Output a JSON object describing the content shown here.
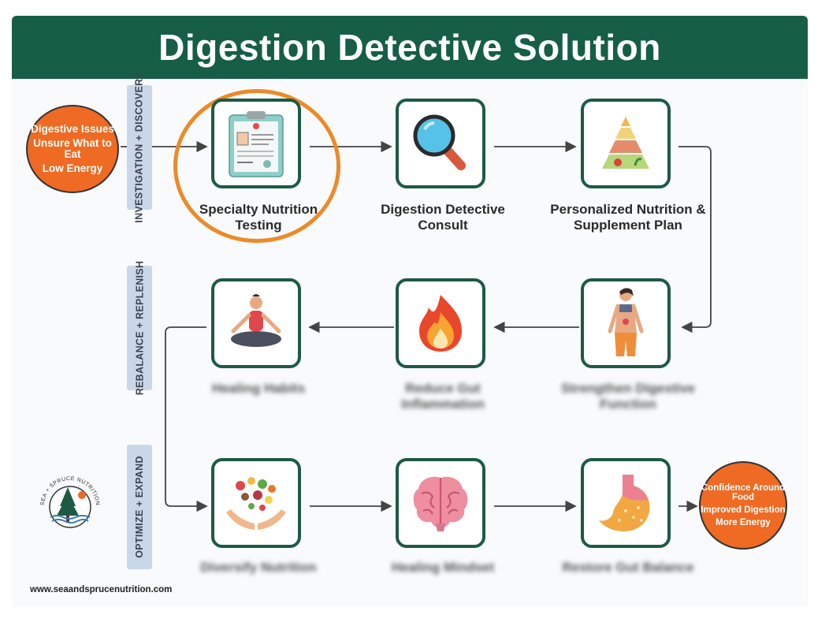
{
  "title": "Digestion Detective Solution",
  "stages": {
    "stage1": "INVESTIGATION + DISCOVERY",
    "stage2": "REBALANCE + REPLENISH",
    "stage3": "OPTIMIZE + EXPAND"
  },
  "start_circle": {
    "line1": "Digestive Issues",
    "line2": "Unsure What to Eat",
    "line3": "Low Energy"
  },
  "end_circle": {
    "line1": "Confidence Around Food",
    "line2": "Improved Digestion",
    "line3": "More Energy"
  },
  "steps": {
    "s1": "Specialty Nutrition Testing",
    "s2": "Digestion Detective Consult",
    "s3": "Personalized Nutrition & Supplement Plan",
    "s4": "Strengthen Digestive Function",
    "s5": "Reduce Gut Inflammation",
    "s6": "Healing Habits",
    "s7": "Diversify Nutrition",
    "s8": "Healing Mindset",
    "s9": "Restore Gut Balance"
  },
  "footer_url": "www.seaandsprucenutrition.com",
  "logo_text": "SEA + SPRUCE NUTRITION",
  "colors": {
    "header": "#165e46",
    "tile_border": "#1d5a44",
    "circle": "#ef6a22",
    "highlight": "#ec8a29",
    "stage_bar": "#c9d7e8"
  },
  "icons": {
    "s1": "clipboard-icon",
    "s2": "magnifier-icon",
    "s3": "food-pyramid-icon",
    "s4": "torso-icon",
    "s5": "fire-icon",
    "s6": "meditation-icon",
    "s7": "hands-food-icon",
    "s8": "brain-icon",
    "s9": "stomach-icon"
  }
}
